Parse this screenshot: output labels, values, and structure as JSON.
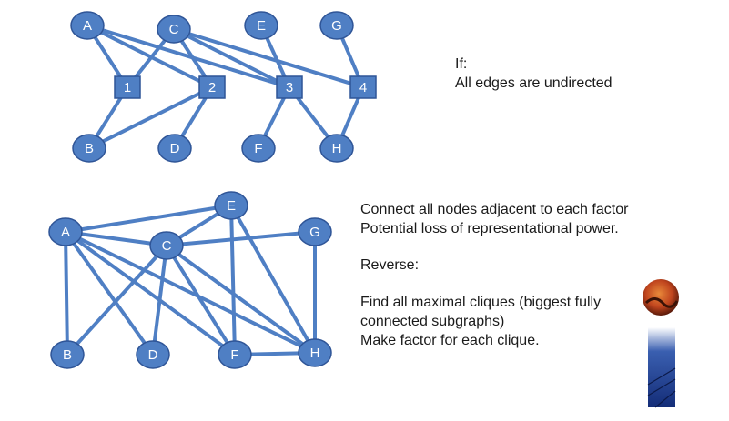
{
  "top_graph": {
    "nodes": [
      {
        "id": "A",
        "label": "A"
      },
      {
        "id": "C",
        "label": "C"
      },
      {
        "id": "E",
        "label": "E"
      },
      {
        "id": "G",
        "label": "G"
      },
      {
        "id": "B",
        "label": "B"
      },
      {
        "id": "D",
        "label": "D"
      },
      {
        "id": "F",
        "label": "F"
      },
      {
        "id": "H",
        "label": "H"
      }
    ],
    "factors": [
      {
        "id": "1",
        "label": "1"
      },
      {
        "id": "2",
        "label": "2"
      },
      {
        "id": "3",
        "label": "3"
      },
      {
        "id": "4",
        "label": "4"
      }
    ],
    "edges": [
      [
        "A",
        "1"
      ],
      [
        "A",
        "2"
      ],
      [
        "A",
        "3"
      ],
      [
        "C",
        "1"
      ],
      [
        "C",
        "2"
      ],
      [
        "C",
        "3"
      ],
      [
        "C",
        "4"
      ],
      [
        "E",
        "3"
      ],
      [
        "G",
        "4"
      ],
      [
        "B",
        "1"
      ],
      [
        "B",
        "2"
      ],
      [
        "D",
        "2"
      ],
      [
        "F",
        "3"
      ],
      [
        "H",
        "3"
      ],
      [
        "H",
        "4"
      ]
    ]
  },
  "bottom_graph": {
    "nodes": [
      {
        "id": "A",
        "label": "A"
      },
      {
        "id": "C",
        "label": "C"
      },
      {
        "id": "E",
        "label": "E"
      },
      {
        "id": "G",
        "label": "G"
      },
      {
        "id": "B",
        "label": "B"
      },
      {
        "id": "D",
        "label": "D"
      },
      {
        "id": "F",
        "label": "F"
      },
      {
        "id": "H",
        "label": "H"
      }
    ],
    "edges": [
      [
        "A",
        "E"
      ],
      [
        "A",
        "C"
      ],
      [
        "A",
        "B"
      ],
      [
        "A",
        "D"
      ],
      [
        "A",
        "F"
      ],
      [
        "A",
        "H"
      ],
      [
        "C",
        "E"
      ],
      [
        "C",
        "G"
      ],
      [
        "C",
        "B"
      ],
      [
        "C",
        "D"
      ],
      [
        "C",
        "F"
      ],
      [
        "C",
        "H"
      ],
      [
        "E",
        "F"
      ],
      [
        "E",
        "H"
      ],
      [
        "G",
        "H"
      ],
      [
        "F",
        "H"
      ]
    ]
  },
  "text_top": {
    "line1": "If:",
    "line2": "All edges are undirected"
  },
  "text_bottom": {
    "line1": "Connect all nodes adjacent to each factor",
    "line2": "Potential loss of representational power.",
    "line3": "Reverse:",
    "line4": "Find all maximal cliques (biggest fully",
    "line5": "connected subgraphs)",
    "line6": "Make factor for each clique."
  },
  "colors": {
    "node_fill": "#4f7fc4",
    "node_stroke": "#2f5597",
    "edge": "#4f7fc4"
  }
}
